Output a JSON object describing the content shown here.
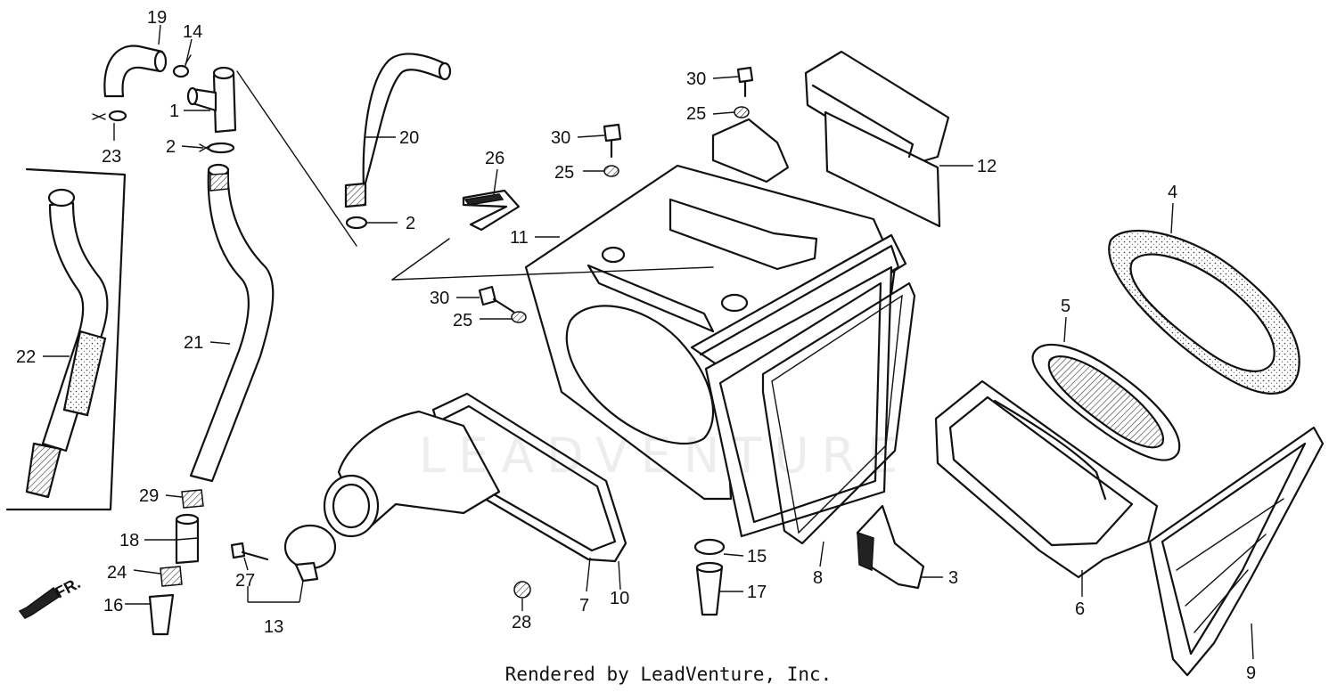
{
  "diagram": {
    "callouts": [
      "19",
      "14",
      "1",
      "23",
      "2",
      "2",
      "20",
      "22",
      "21",
      "29",
      "18",
      "24",
      "16",
      "27",
      "13",
      "26",
      "11",
      "30",
      "25",
      "30",
      "25",
      "30",
      "25",
      "12",
      "4",
      "5",
      "3",
      "15",
      "17",
      "28",
      "7",
      "10",
      "8",
      "6",
      "9"
    ],
    "direction_label": "FR.",
    "watermark": "LEADVENTURE",
    "credit": "Rendered by LeadVenture, Inc."
  }
}
